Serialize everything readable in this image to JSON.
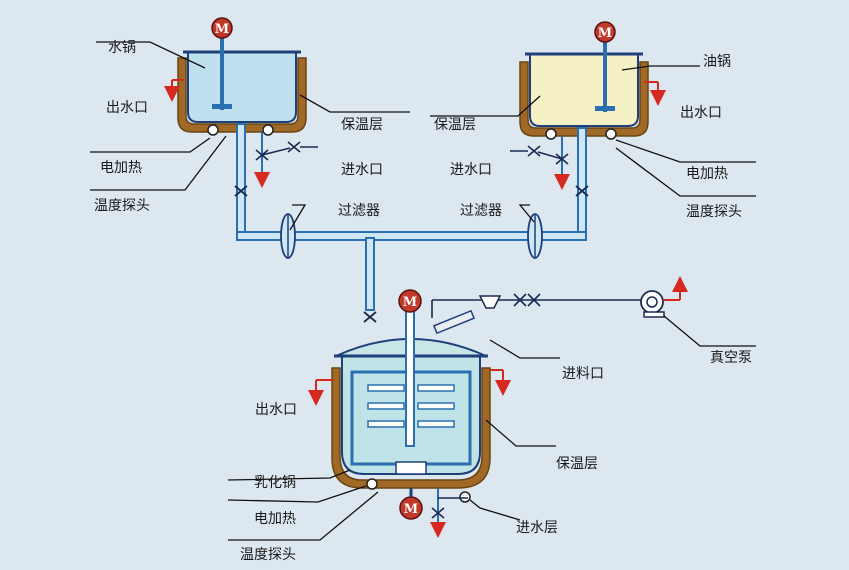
{
  "labels": {
    "water_pot": "水锅",
    "oil_pot": "油锅",
    "emulsify_pot": "乳化锅",
    "outlet_left": "出水口",
    "outlet_right": "出水口",
    "outlet_bottom": "出水口",
    "insulation_left": "保温层",
    "insulation_right": "保温层",
    "insulation_bottom": "保温层",
    "heater_left": "电加热",
    "heater_right": "电加热",
    "heater_bottom": "电加热",
    "probe_left": "温度探头",
    "probe_right": "温度探头",
    "probe_bottom": "温度探头",
    "inlet_left": "进水口",
    "inlet_right": "进水口",
    "filter_left": "过滤器",
    "filter_right": "过滤器",
    "feed_inlet": "进料口",
    "vacuum_pump": "真空泵",
    "water_inlet_layer": "进水层"
  },
  "motor_letter": "M",
  "colors": {
    "background": "#dde7ef",
    "water_pot_fill": "#bfe0ef",
    "oil_pot_fill": "#f6f1c4",
    "emulsify_fill": "#bfe3e6",
    "jacket": "#a06a26",
    "pipe": "#2a6fb0",
    "motor": "#c0392b",
    "arrow": "#d62a1f"
  }
}
